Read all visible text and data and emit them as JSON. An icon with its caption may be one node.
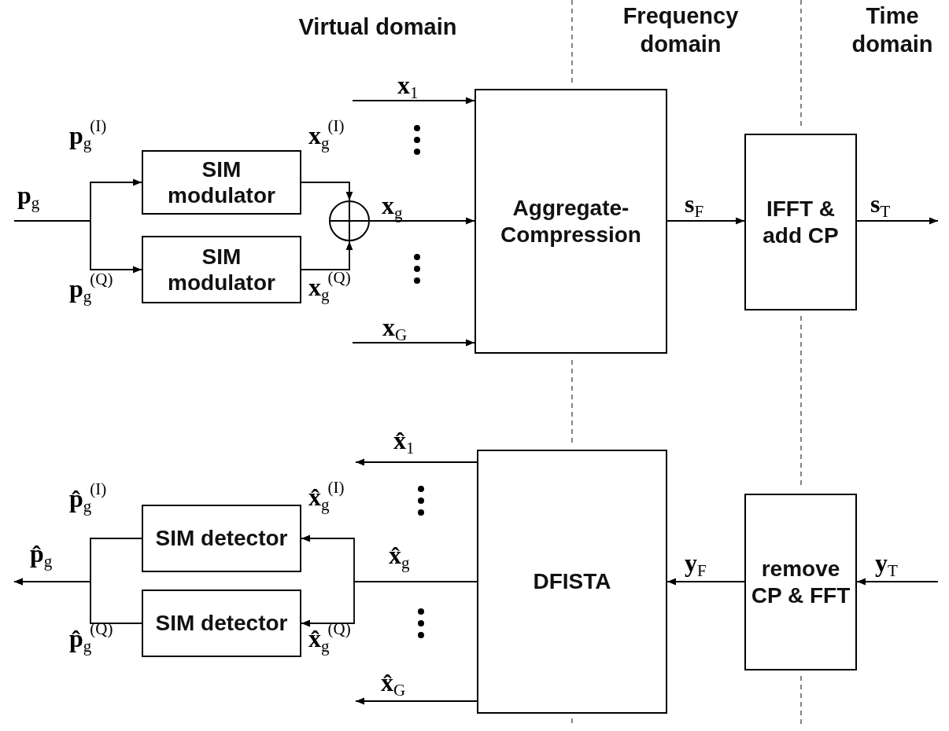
{
  "diagram": {
    "nodes": [
      {
        "text": [
          "SIM modulator"
        ]
      },
      {
        "text": [
          "SIM modulator"
        ]
      },
      {
        "text": [],
        "shape": "circle"
      },
      {
        "text": [
          "Aggregate-Compression"
        ]
      },
      {
        "text": [
          "IFFT & add CP"
        ]
      },
      {
        "text": [
          "DFISTA"
        ]
      },
      {
        "text": [
          "remove CP & FFT"
        ]
      },
      {
        "text": [
          "SIM detector"
        ]
      },
      {
        "text": [
          "SIM detector"
        ]
      }
    ],
    "edges": [
      {
        "from": null,
        "to": 0,
        "arrow": "to",
        "label": "**p**$_{g}$$^{(I)}$"
      },
      {
        "from": null,
        "to": 1,
        "arrow": "to",
        "label": "**p**$_{g}$$^{(Q)}$"
      },
      {
        "from": 0,
        "to": 2,
        "arrow": "to",
        "label": "**x**$_{g}$$^{(I)}$"
      },
      {
        "from": 1,
        "to": 2,
        "arrow": "to",
        "label": "**x**$_{g}$$^{(Q)}$"
      },
      {
        "from": 2,
        "to": 3,
        "arrow": "to",
        "label": "**x**$_{g}$"
      },
      {
        "from": null,
        "to": 3,
        "arrow": "to",
        "label": "**x**$_{1}$"
      },
      {
        "from": null,
        "to": 3,
        "arrow": "to",
        "label": "**x**$_{G}$"
      },
      {
        "from": 3,
        "to": 4,
        "arrow": "to",
        "label": "**s**$_{F}$"
      },
      {
        "from": 4,
        "to": null,
        "arrow": "to",
        "label": "**s**$_{T}$"
      },
      {
        "from": null,
        "to": 6,
        "arrow": "to",
        "label": "**y**$_{T}$"
      },
      {
        "from": 6,
        "to": 5,
        "arrow": "to",
        "label": "**y**$_{F}$"
      },
      {
        "from": 5,
        "to": null,
        "arrow": "to",
        "label": "**x̂**$_{1}$"
      },
      {
        "from": 5,
        "to": null,
        "arrow": "to",
        "label": "**x̂**$_{G}$"
      },
      {
        "from": 5,
        "to": 7,
        "arrow": "to",
        "label": "**x̂**$_{g}$$^{(I)}$"
      },
      {
        "from": 5,
        "to": 8,
        "arrow": "to",
        "label": "**x̂**$_{g}$$^{(Q)}$"
      },
      {
        "from": 7,
        "to": null,
        "arrow": "to",
        "label": "**p̂**$_{g}$$^{(I)}$"
      },
      {
        "from": 8,
        "to": null,
        "arrow": "to",
        "label": "**p̂**$_{g}$$^{(Q)}$"
      }
    ],
    "labels": [
      "Virtual domain",
      "Frequency domain",
      "Time domain",
      "**p**$_{g}$",
      "**x̂**$_{g}$",
      "**p̂**$_{g}$"
    ]
  }
}
